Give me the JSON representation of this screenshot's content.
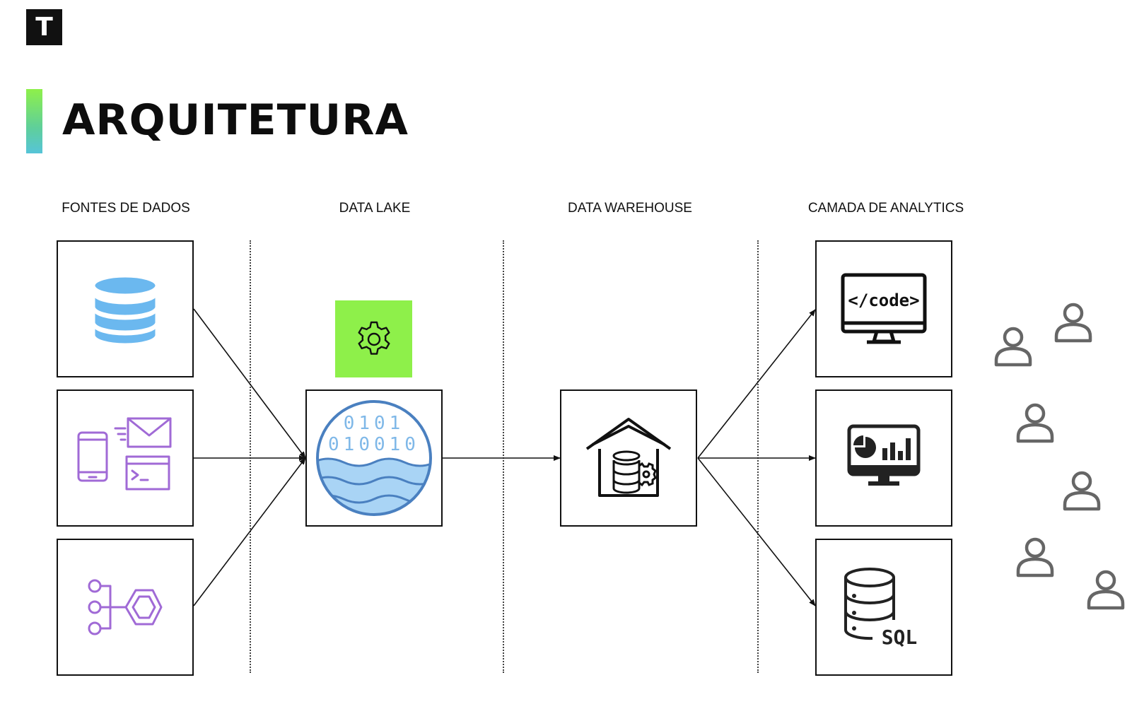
{
  "logo": {
    "letter": "T"
  },
  "title": "ARQUITETURA",
  "columns": {
    "sources": "FONTES DE DADOS",
    "lake": "DATA LAKE",
    "warehouse": "DATA WAREHOUSE",
    "analytics": "CAMADA DE ANALYTICS"
  },
  "sources": [
    {
      "icon": "database-icon"
    },
    {
      "icon": "mobile-email-terminal-icon"
    },
    {
      "icon": "event-stream-icon"
    }
  ],
  "lake": {
    "icon": "data-lake-icon",
    "binary_top": "0101",
    "binary_bottom": "010010",
    "processing_icon": "gear-icon"
  },
  "warehouse": {
    "icon": "data-warehouse-icon"
  },
  "analytics": [
    {
      "icon": "code-monitor-icon",
      "text": "</code>"
    },
    {
      "icon": "dashboard-monitor-icon"
    },
    {
      "icon": "sql-database-icon",
      "text": "SQL"
    }
  ],
  "users": {
    "icon": "user-icon",
    "count": 6
  },
  "colors": {
    "accent_green": "#8ef04a",
    "gradient_teal": "#56c4d8",
    "database_blue": "#6bb8ef",
    "lake_blue": "#a9d4f5",
    "purple": "#a06ad6",
    "user_gray": "#666666"
  }
}
